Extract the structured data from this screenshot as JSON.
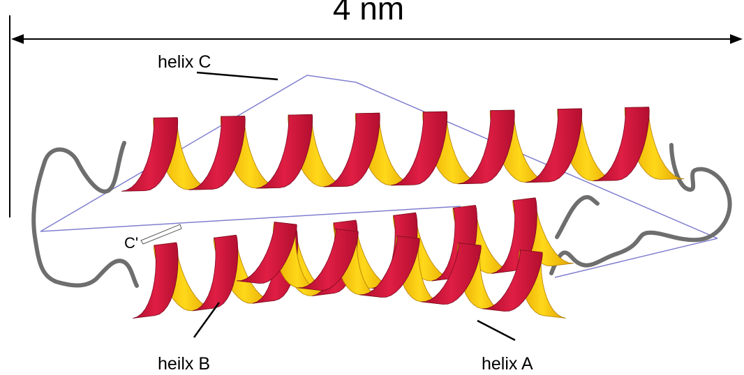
{
  "scale": {
    "label": "4 nm"
  },
  "labels": {
    "helix_c": "helix C",
    "helix_b": "heilx B",
    "helix_a": "helix A",
    "c_prime": "C'"
  },
  "colors": {
    "ribbon_front": "#d3143c",
    "ribbon_back": "#f5c400",
    "loop": "#808080",
    "axis_lines": "#7f7fd0",
    "arrow": "#000000"
  }
}
